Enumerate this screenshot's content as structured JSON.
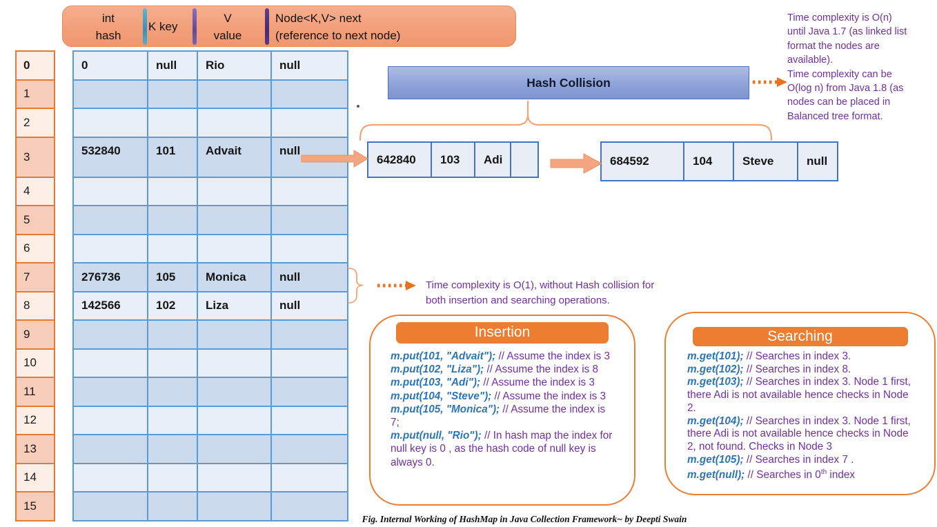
{
  "header": {
    "columns": [
      "int\nhash",
      "K key",
      "V\nvalue",
      "Node<K,V> next\n(reference to next node)"
    ]
  },
  "buckets": {
    "indices": [
      "0",
      "1",
      "2",
      "3",
      "4",
      "5",
      "6",
      "7",
      "8",
      "9",
      "10",
      "11",
      "12",
      "13",
      "14",
      "15"
    ],
    "rows": [
      [
        "0",
        "null",
        "Rio",
        "null"
      ],
      [
        "",
        "",
        "",
        ""
      ],
      [
        "",
        "",
        "",
        ""
      ],
      [
        "532840",
        "101",
        "Advait",
        "null"
      ],
      [
        "",
        "",
        "",
        ""
      ],
      [
        "",
        "",
        "",
        ""
      ],
      [
        "",
        "",
        "",
        ""
      ],
      [
        "276736",
        "105",
        "Monica",
        "null"
      ],
      [
        "142566",
        "102",
        "Liza",
        "null"
      ],
      [
        "",
        "",
        "",
        ""
      ],
      [
        "",
        "",
        "",
        ""
      ],
      [
        "",
        "",
        "",
        ""
      ],
      [
        "",
        "",
        "",
        ""
      ],
      [
        "",
        "",
        "",
        ""
      ],
      [
        "",
        "",
        "",
        ""
      ],
      [
        "",
        "",
        "",
        ""
      ]
    ]
  },
  "hash_collision": {
    "title": "Hash Collision"
  },
  "node1": {
    "cells": [
      "642840",
      "103",
      "Adi",
      ""
    ]
  },
  "node2": {
    "cells": [
      "684592",
      "104",
      "Steve",
      "null"
    ]
  },
  "notes": {
    "on_lines": [
      "Time complexity is O(n)",
      "until Java 1.7 (as linked list",
      "format the nodes are",
      "available).",
      "Time complexity can be",
      "O(log n) from Java 1.8 (as",
      "nodes can be placed in",
      "Balanced tree format."
    ],
    "o1_lines": [
      "Time complexity is O(1), without Hash collision for",
      "both insertion and searching operations."
    ]
  },
  "insertion": {
    "title": "Insertion",
    "lines": [
      [
        {
          "c": "k",
          "t": "m.put(101, \"Advait\"); "
        },
        {
          "c": "c",
          "t": "// Assume the index is 3"
        }
      ],
      [
        {
          "c": "k",
          "t": "m.put(102, \"Liza\"); "
        },
        {
          "c": "c",
          "t": "// Assume the index is 8"
        }
      ],
      [
        {
          "c": "k",
          "t": "m.put(103, \"Adi\"); "
        },
        {
          "c": "c",
          "t": "// Assume the index is 3"
        }
      ],
      [
        {
          "c": "k",
          "t": "m.put(104, \"Steve\"); "
        },
        {
          "c": "c",
          "t": "// Assume the index is 3"
        }
      ],
      [
        {
          "c": "k",
          "t": "m.put(105, \"Monica\"); "
        },
        {
          "c": "c",
          "t": "// Assume the index is"
        }
      ],
      [
        {
          "c": "c",
          "t": "7;"
        }
      ],
      [
        {
          "c": "k",
          "t": "m.put(null, \"Rio\"); "
        },
        {
          "c": "c",
          "t": "// In hash map the index for"
        }
      ],
      [
        {
          "c": "c",
          "t": "null key is 0 , as the hash code of null key is"
        }
      ],
      [
        {
          "c": "c",
          "t": "always 0."
        }
      ]
    ]
  },
  "searching": {
    "title": "Searching",
    "lines": [
      [
        {
          "c": "k",
          "t": "m.get(101); "
        },
        {
          "c": "c",
          "t": "// Searches in index 3."
        }
      ],
      [
        {
          "c": "k",
          "t": "m.get(102); "
        },
        {
          "c": "c",
          "t": "// Searches in index 8."
        }
      ],
      [
        {
          "c": "k",
          "t": "m.get(103); "
        },
        {
          "c": "c",
          "t": "// Searches in index 3. Node 1 first,"
        }
      ],
      [
        {
          "c": "c",
          "t": "there Adi is not available hence checks in Node"
        }
      ],
      [
        {
          "c": "c",
          "t": "2."
        }
      ],
      [
        {
          "c": "k",
          "t": "m.get(104); "
        },
        {
          "c": "c",
          "t": "// Searches in index 3. Node 1 first,"
        }
      ],
      [
        {
          "c": "c",
          "t": "there Adi is not available hence checks in Node"
        }
      ],
      [
        {
          "c": "c",
          "t": "2, not found. Checks in Node 3"
        }
      ],
      [
        {
          "c": "k",
          "t": "m.get(105); "
        },
        {
          "c": "c",
          "t": "// Searches in index 7 ."
        }
      ],
      [
        {
          "c": "k",
          "t": "m.get(null); "
        },
        {
          "c": "c",
          "t": "// Searches in 0"
        },
        {
          "c": "s",
          "t": "th"
        },
        {
          "c": "c",
          "t": " index"
        }
      ]
    ]
  },
  "caption": "Fig. Internal Working of HashMap in Java Collection Framework~ by Deepti Swain",
  "colors": {
    "accent_orange": "#ed7d31",
    "index_border_orange": "#e07b35",
    "index_light": "#fdeee6",
    "index_dark": "#f8cdb9",
    "table_border_blue": "#5b9bd5",
    "row_light": "#e9eff8",
    "row_dark": "#ccdaee",
    "node_border_blue": "#4472c4",
    "node_fill": "#e9edf6",
    "collision_gradient_top": "#aebde5",
    "collision_gradient_bottom": "#7f94ce",
    "salmon_arrow": "#f4a582",
    "brace_orange": "#f0a473",
    "dotted_arrow_orange": "#e8731e",
    "note_purple": "#7030a0",
    "code_blue": "#2e75b6"
  }
}
